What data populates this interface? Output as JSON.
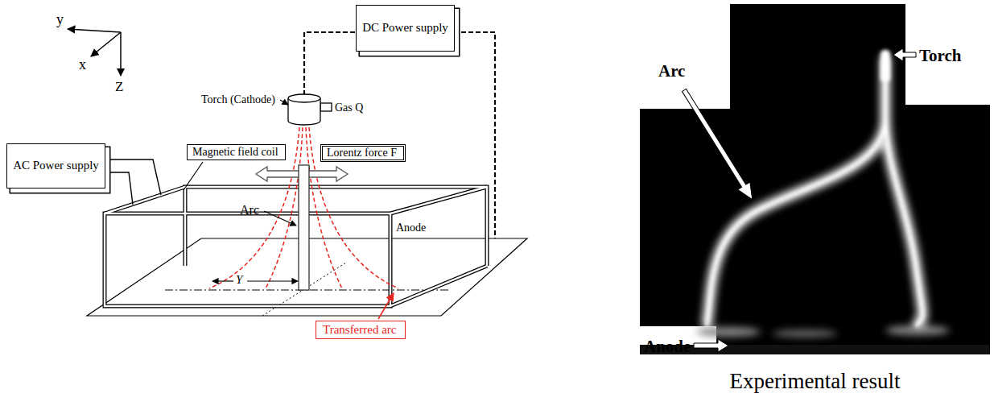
{
  "diagram": {
    "caption": "Experimental result",
    "nodes": [
      {
        "text": [
          "DC Power supply"
        ]
      },
      {
        "text": [
          "Magnetic field coil"
        ]
      },
      {
        "text": [
          "AC Power supply"
        ]
      },
      {
        "text": [
          "Lorentz force F"
        ]
      },
      {
        "text": [
          "Transferred arc"
        ]
      },
      {
        "text": [
          "Arc"
        ]
      },
      {
        "text": [
          "Torch"
        ]
      },
      {
        "text": [
          "Anode"
        ]
      }
    ],
    "labels": [
      "y",
      "x",
      "Z",
      "Torch (Cathode)",
      "Gas Q",
      "Arc",
      "Anode",
      "Y"
    ]
  }
}
